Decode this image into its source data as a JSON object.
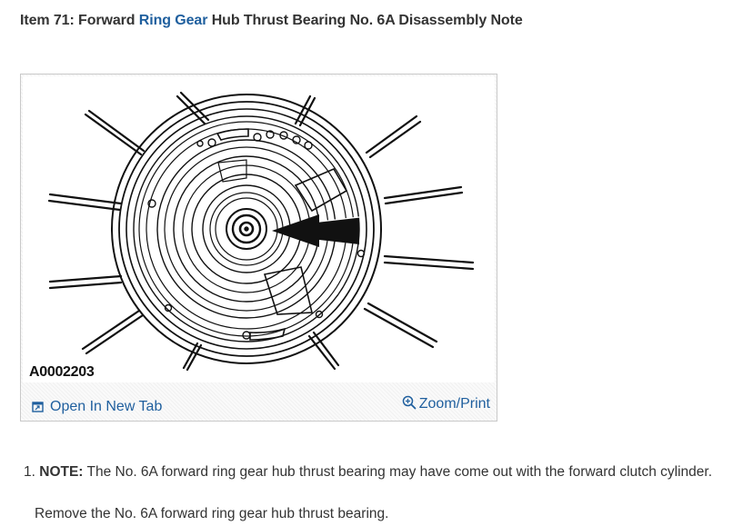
{
  "title": {
    "prefix": "Item 71: Forward ",
    "link": "Ring Gear",
    "suffix": " Hub Thrust Bearing No. 6A Disassembly Note"
  },
  "figure": {
    "code": "A0002203",
    "open_tab_label": "Open In New Tab",
    "zoom_label": "Zoom/Print"
  },
  "steps": [
    {
      "number": "1.",
      "note_label": "NOTE:",
      "note_text": " The No. 6A forward ring gear hub thrust bearing may have come out with the forward clutch cylinder.",
      "instruction": "Remove the No. 6A forward ring gear hub thrust bearing."
    }
  ],
  "colors": {
    "link": "#1f5f9e",
    "text": "#333333"
  },
  "icons": {
    "open_tab": "open-in-new-tab-icon",
    "zoom": "zoom-magnifier-icon"
  }
}
